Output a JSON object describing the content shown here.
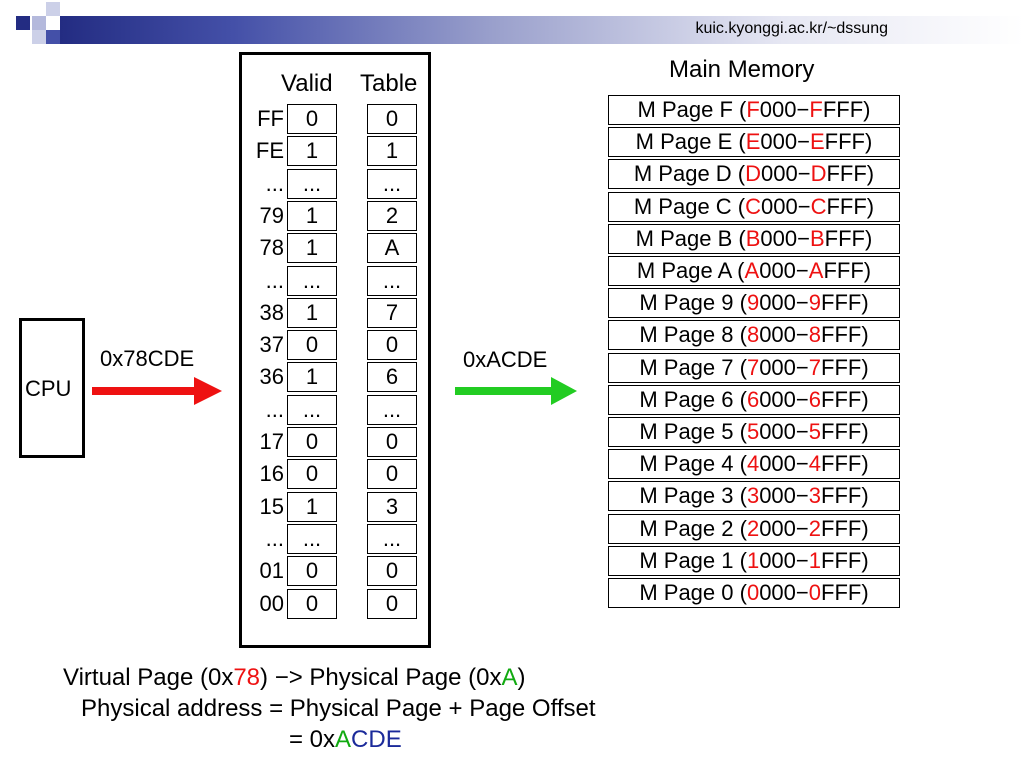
{
  "header": {
    "url": "kuic.kyonggi.ac.kr/~dssung"
  },
  "page_table": {
    "valid_header": "Valid",
    "table_header": "Table",
    "rows": [
      {
        "index": "FF",
        "valid": "0",
        "table": "0"
      },
      {
        "index": "FE",
        "valid": "1",
        "table": "1"
      },
      {
        "index": "...",
        "valid": "...",
        "table": "..."
      },
      {
        "index": "79",
        "valid": "1",
        "table": "2"
      },
      {
        "index": "78",
        "valid": "1",
        "table": "A"
      },
      {
        "index": "...",
        "valid": "...",
        "table": "..."
      },
      {
        "index": "38",
        "valid": "1",
        "table": "7"
      },
      {
        "index": "37",
        "valid": "0",
        "table": "0"
      },
      {
        "index": "36",
        "valid": "1",
        "table": "6"
      },
      {
        "index": "...",
        "valid": "...",
        "table": "..."
      },
      {
        "index": "17",
        "valid": "0",
        "table": "0"
      },
      {
        "index": "16",
        "valid": "0",
        "table": "0"
      },
      {
        "index": "15",
        "valid": "1",
        "table": "3"
      },
      {
        "index": "...",
        "valid": "...",
        "table": "..."
      },
      {
        "index": "01",
        "valid": "0",
        "table": "0"
      },
      {
        "index": "00",
        "valid": "0",
        "table": "0"
      }
    ]
  },
  "main_memory": {
    "title": "Main Memory",
    "pages": [
      {
        "pre": "M Page F (",
        "d1": "F",
        "mid": "000−",
        "d2": "F",
        "post": "FFF)"
      },
      {
        "pre": "M Page E (",
        "d1": "E",
        "mid": "000−",
        "d2": "E",
        "post": "FFF)"
      },
      {
        "pre": "M Page D (",
        "d1": "D",
        "mid": "000−",
        "d2": "D",
        "post": "FFF)"
      },
      {
        "pre": "M Page C (",
        "d1": "C",
        "mid": "000−",
        "d2": "C",
        "post": "FFF)"
      },
      {
        "pre": "M Page B (",
        "d1": "B",
        "mid": "000−",
        "d2": "B",
        "post": "FFF)"
      },
      {
        "pre": "M Page A (",
        "d1": "A",
        "mid": "000−",
        "d2": "A",
        "post": "FFF)"
      },
      {
        "pre": "M Page 9 (",
        "d1": "9",
        "mid": "000−",
        "d2": "9",
        "post": "FFF)"
      },
      {
        "pre": "M Page 8 (",
        "d1": "8",
        "mid": "000−",
        "d2": "8",
        "post": "FFF)"
      },
      {
        "pre": "M Page 7 (",
        "d1": "7",
        "mid": "000−",
        "d2": "7",
        "post": "FFF)"
      },
      {
        "pre": "M Page 6 (",
        "d1": "6",
        "mid": "000−",
        "d2": "6",
        "post": "FFF)"
      },
      {
        "pre": "M Page 5 (",
        "d1": "5",
        "mid": "000−",
        "d2": "5",
        "post": "FFF)"
      },
      {
        "pre": "M Page 4 (",
        "d1": "4",
        "mid": "000−",
        "d2": "4",
        "post": "FFF)"
      },
      {
        "pre": "M Page 3 (",
        "d1": "3",
        "mid": "000−",
        "d2": "3",
        "post": "FFF)"
      },
      {
        "pre": "M Page 2 (",
        "d1": "2",
        "mid": "000−",
        "d2": "2",
        "post": "FFF)"
      },
      {
        "pre": "M Page 1 (",
        "d1": "1",
        "mid": "000−",
        "d2": "1",
        "post": "FFF)"
      },
      {
        "pre": "M Page 0 (",
        "d1": "0",
        "mid": "000−",
        "d2": "0",
        "post": "FFF)"
      }
    ]
  },
  "cpu": {
    "label": "CPU"
  },
  "virtual_address": "0x78CDE",
  "physical_address": "0xACDE",
  "summary": {
    "line1": {
      "p1": "Virtual Page (0x",
      "vpage": "78",
      "p2": ") −> Physical Page (0x",
      "ppage": "A",
      "p3": ")"
    },
    "line2": "Physical address = Physical Page + Page Offset",
    "line3": {
      "p1": "= 0x",
      "page": "A",
      "offset": "CDE"
    }
  },
  "colors": {
    "highlight_red": "#ee1111",
    "highlight_green": "#11aa11",
    "highlight_blue": "#1b2a9a",
    "arrow_red": "#ee1111",
    "arrow_green": "#22cc22",
    "header_bar_dark": "#232c82"
  }
}
